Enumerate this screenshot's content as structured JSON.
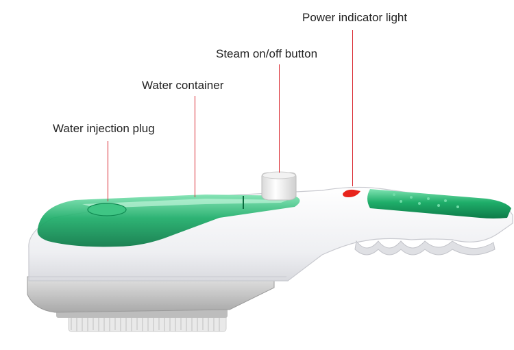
{
  "callouts": [
    {
      "id": "power",
      "text": "Power indicator light"
    },
    {
      "id": "steam",
      "text": "Steam on/off button"
    },
    {
      "id": "water-container",
      "text": "Water container"
    },
    {
      "id": "water-plug",
      "text": "Water injection plug"
    }
  ],
  "colors": {
    "leader": "#d9262e",
    "body": "#f4f4f6",
    "green": "#1fae6a",
    "grey_base": "#c8c8c8",
    "indicator": "#e8241c"
  }
}
